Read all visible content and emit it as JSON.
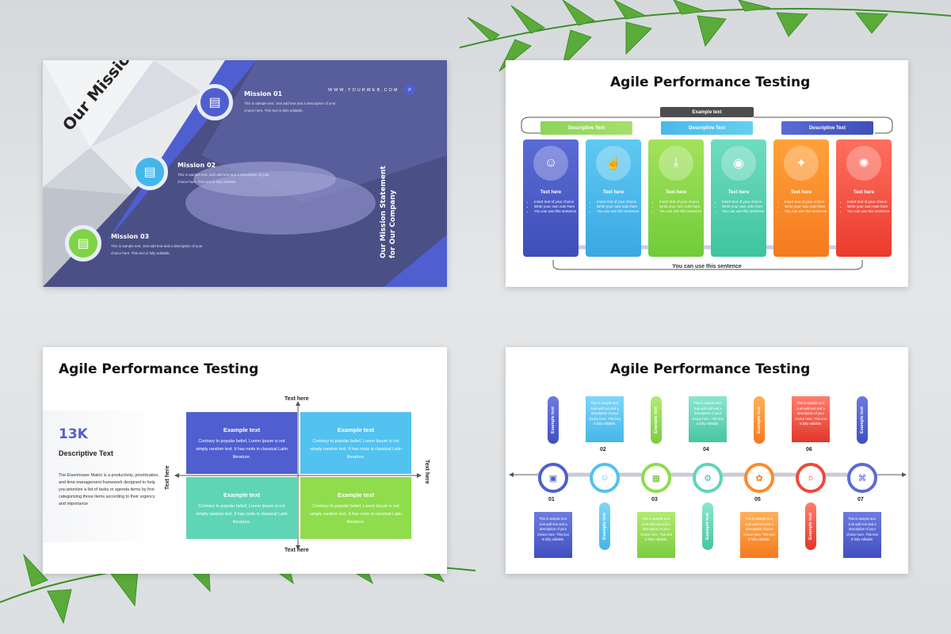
{
  "slide1": {
    "heading": "Our Mission",
    "website": "WWW.YOURWEB.COM",
    "missions": [
      {
        "title": "Mission 01",
        "text": "This is sample text. Just add text and a description of your choice here. This text is fully editable."
      },
      {
        "title": "Mission 02",
        "text": "This is sample text. Just add text and a description of your choice here. This text is fully editable."
      },
      {
        "title": "Mission 03",
        "text": "This is sample text. Just add text and a description of your choice here. This text is fully editable."
      }
    ],
    "statement": "Our Mission Statement for Our Company",
    "colors": {
      "accent": "#4f5fd0",
      "blue": "#45b6ea",
      "green": "#7ed444"
    }
  },
  "slide2": {
    "title": "Agile Performance Testing",
    "example_pill": "Example text",
    "descriptive_pills": [
      "Descriptive Text",
      "Descriptive Text",
      "Descriptive Text"
    ],
    "columns": [
      {
        "icon": "meeting-icon",
        "heading": "Text here",
        "bullets": [
          "Insert text of your choice",
          "Write your own note here",
          "You can use this sentence"
        ]
      },
      {
        "icon": "grid-hand-icon",
        "heading": "Text here",
        "bullets": [
          "Insert text of your choice",
          "Write your own note here",
          "You can use this sentence"
        ]
      },
      {
        "icon": "download-icon",
        "heading": "Text here",
        "bullets": [
          "Insert text of your choice",
          "Write your own note here",
          "You can use this sentence"
        ]
      },
      {
        "icon": "eye-network-icon",
        "heading": "Text here",
        "bullets": [
          "Insert text of your choice",
          "Write your own note here",
          "You can use this sentence"
        ]
      },
      {
        "icon": "bulb-idea-icon",
        "heading": "Text here",
        "bullets": [
          "Insert text of your choice",
          "Write your own note here",
          "You can use this sentence"
        ]
      },
      {
        "icon": "team-network-icon",
        "heading": "Text here",
        "bullets": [
          "Insert text of your choice",
          "Write your own note here",
          "You can use this sentence"
        ]
      }
    ],
    "footer": "You can use this sentence"
  },
  "slide3": {
    "title": "Agile Performance Testing",
    "stat_number": "13K",
    "stat_label": "Descriptive Text",
    "stat_desc": "The Eisenhower Matrix is a productivity, prioritization, and time-management framework designed to help you prioritize a list of tasks or agenda items by first categorizing those items according to their urgency and importance",
    "axis": {
      "top": "Text here",
      "bottom": "Text here",
      "left": "Text here",
      "right": "Text here"
    },
    "quadrants": [
      {
        "title": "Example text",
        "text": "Contrary to popular belief, Lorem Ipsum is not simply random text. It has roots in classical Latin literature."
      },
      {
        "title": "Example text",
        "text": "Contrary to popular belief, Lorem Ipsum is not simply random text. It has roots in classical Latin literature."
      },
      {
        "title": "Example text",
        "text": "Contrary to popular belief, Lorem Ipsum is not simply random text. It has roots in classical Latin literature."
      },
      {
        "title": "Example text",
        "text": "Contrary to popular belief, Lorem Ipsum is not simply random text. It has roots in classical Latin literature."
      }
    ]
  },
  "slide4": {
    "title": "Agile Performance Testing",
    "steps": [
      {
        "num": "01",
        "pill": "Example text",
        "box": "This is sample text. Just add text and a description of your choice here. This text is fully editable."
      },
      {
        "num": "02",
        "pill": "Example text",
        "box": "This is sample text. Just add text and a description of your choice here. This text is fully editable."
      },
      {
        "num": "03",
        "pill": "Example text",
        "box": "This is sample text. Just add text and a description of your choice here. This text is fully editable."
      },
      {
        "num": "04",
        "pill": "Example text",
        "box": "This is sample text. Just add text and a description of your choice here. This text is fully editable."
      },
      {
        "num": "05",
        "pill": "Example text",
        "box": "This is sample text. Just add text and a description of your choice here. This text is fully editable."
      },
      {
        "num": "06",
        "pill": "Example text",
        "box": "This is sample text. Just add text and a description of your choice here. This text is fully editable."
      },
      {
        "num": "07",
        "pill": "Example text",
        "box": "This is sample text. Just add text and a description of your choice here. This text is fully editable."
      }
    ]
  }
}
